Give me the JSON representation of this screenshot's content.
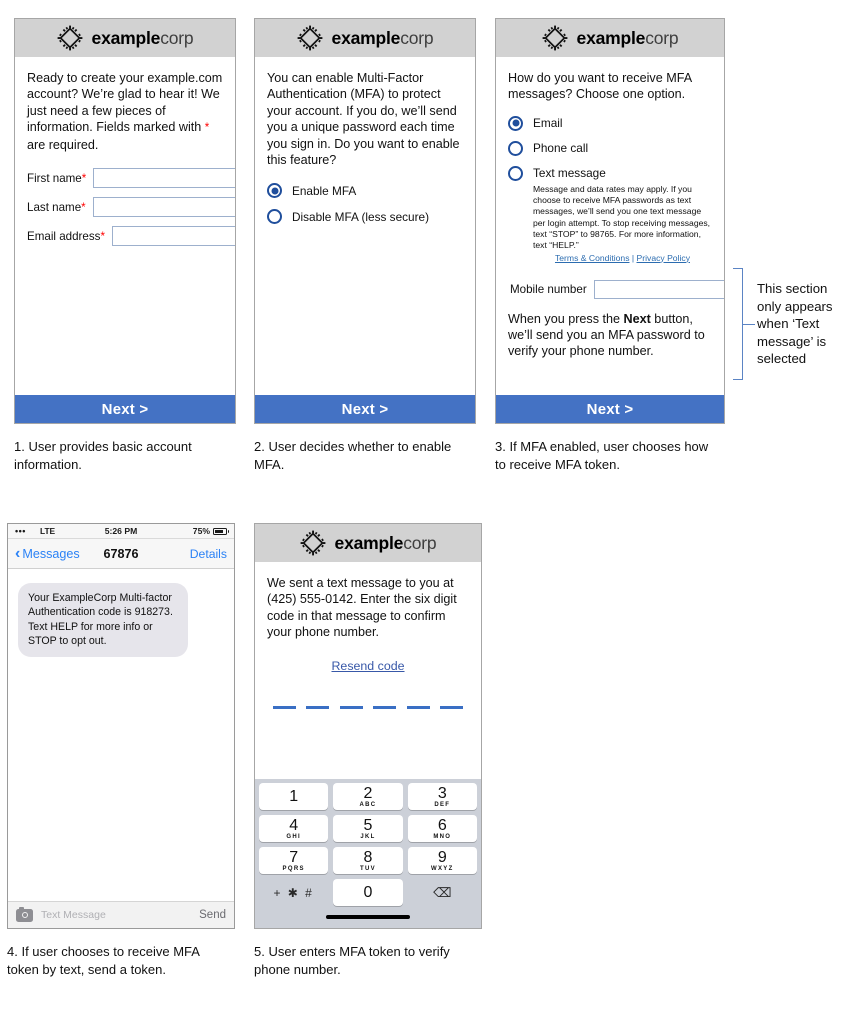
{
  "brand": {
    "bold": "example",
    "light": "corp",
    "logo_icon": "diamond-chip-logo"
  },
  "colors": {
    "accent": "#4472C4",
    "header_bg": "#D2D2D2",
    "required": "#FF0000",
    "link": "#2B6CB0",
    "ios_blue": "#2B82F6"
  },
  "panel1": {
    "intro": "Ready to create your example.com account? We’re glad to hear it! We just need a few pieces of information. Fields marked with * are required.",
    "intro_part1": "Ready to create your example.com account? We’re glad to hear it! We just need a few pieces of information. Fields marked with ",
    "intro_part2": " are required.",
    "fields": [
      {
        "label": "First name",
        "required": "*",
        "value": "",
        "placeholder": ""
      },
      {
        "label": "Last name",
        "required": "*",
        "value": "",
        "placeholder": ""
      },
      {
        "label": "Email address",
        "required": "*",
        "value": "",
        "placeholder": ""
      }
    ],
    "next_label": "Next >",
    "caption": "1. User provides basic account information."
  },
  "panel2": {
    "intro": "You can enable Multi-Factor Authentication (MFA) to protect your account. If you do, we’ll send you a unique password each time you sign in. Do you want to enable this feature?",
    "options": [
      {
        "label": "Enable MFA",
        "selected": true
      },
      {
        "label": "Disable MFA (less secure)",
        "selected": false
      }
    ],
    "next_label": "Next >",
    "caption": "2. User decides whether to enable MFA."
  },
  "panel3": {
    "intro": "How do you want to receive MFA messages? Choose one option.",
    "options": [
      {
        "label": "Email",
        "selected": true
      },
      {
        "label": "Phone call",
        "selected": false
      },
      {
        "label": "Text message",
        "selected": false
      }
    ],
    "fine_print": "Message and data rates may apply. If you choose to receive MFA passwords as text messages, we’ll send you one text message per login attempt. To stop receiving messages, text “STOP” to 98765. For more information, text “HELP.”",
    "link_terms": "Terms & Conditions",
    "link_separator": "|",
    "link_privacy": "Privacy Policy",
    "mobile_label": "Mobile number",
    "mobile_value": "",
    "note_part1": "When you press the ",
    "note_bold": "Next",
    "note_part2": " button, we’ll send you an MFA password to verify your phone number.",
    "next_label": "Next >",
    "caption": "3. If MFA enabled, user chooses how to receive MFA token.",
    "annotation": "This section only appears when ‘Text message’ is selected"
  },
  "panel4": {
    "status": {
      "signal_dots": "•••",
      "carrier": "LTE",
      "time": "5:26 PM",
      "battery_pct": "75%"
    },
    "nav": {
      "back_label": "Messages",
      "title": "67876",
      "details_label": "Details"
    },
    "message": "Your ExampleCorp Multi-factor Authentication code is 918273. Text HELP for more info or STOP to opt out.",
    "input_placeholder": "Text Message",
    "send_label": "Send",
    "caption": "4. If user chooses to receive MFA token by text, send a token."
  },
  "panel5": {
    "intro": "We sent a text message to you at (425) 555-0142. Enter the six digit code in that message to confirm your phone number.",
    "resend_label": "Resend code",
    "code_slots": 6,
    "code_value": "",
    "keypad": [
      {
        "num": "1",
        "ltr": ""
      },
      {
        "num": "2",
        "ltr": "ABC"
      },
      {
        "num": "3",
        "ltr": "DEF"
      },
      {
        "num": "4",
        "ltr": "GHI"
      },
      {
        "num": "5",
        "ltr": "JKL"
      },
      {
        "num": "6",
        "ltr": "MNO"
      },
      {
        "num": "7",
        "ltr": "PQRS"
      },
      {
        "num": "8",
        "ltr": "TUV"
      },
      {
        "num": "9",
        "ltr": "WXYZ"
      }
    ],
    "key_symbols": "+ ✱ #",
    "key_zero": "0",
    "key_delete": "⌫",
    "caption": "5. User enters MFA token to verify phone number."
  }
}
